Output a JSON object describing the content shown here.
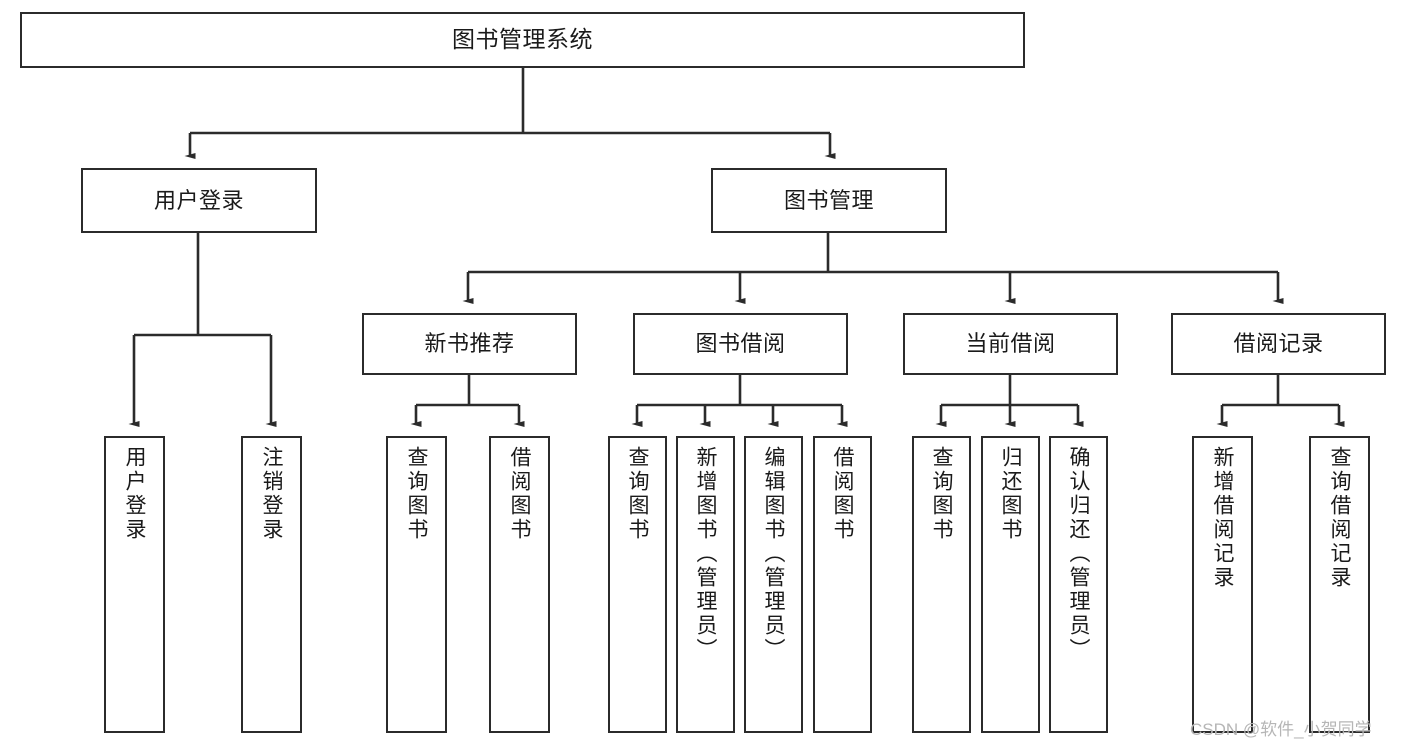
{
  "diagram": {
    "title": "图书管理系统",
    "type": "tree-hierarchy-chart",
    "watermark": "CSDN @软件_小贺同学",
    "colors": {
      "stroke": "#2b2b2b",
      "fill": "#ffffff",
      "text": "#1a1a1a",
      "watermark": "#b6b6b6"
    },
    "nodes": {
      "root": {
        "label": "图书管理系统"
      },
      "level2": [
        {
          "label": "用户登录"
        },
        {
          "label": "图书管理"
        }
      ],
      "level3": [
        {
          "label": "新书推荐"
        },
        {
          "label": "图书借阅"
        },
        {
          "label": "当前借阅"
        },
        {
          "label": "借阅记录"
        }
      ],
      "leaves": {
        "user_login": [
          {
            "label": "用户登录"
          },
          {
            "label": "注销登录"
          }
        ],
        "new_book_recommend": [
          {
            "label": "查询图书"
          },
          {
            "label": "借阅图书"
          }
        ],
        "book_borrow": [
          {
            "label": "查询图书"
          },
          {
            "label": "新增图书（管理员）"
          },
          {
            "label": "编辑图书（管理员）"
          },
          {
            "label": "借阅图书"
          }
        ],
        "current_borrow": [
          {
            "label": "查询图书"
          },
          {
            "label": "归还图书"
          },
          {
            "label": "确认归还（管理员）"
          }
        ],
        "borrow_record": [
          {
            "label": "新增借阅记录"
          },
          {
            "label": "查询借阅记录"
          }
        ]
      }
    }
  }
}
